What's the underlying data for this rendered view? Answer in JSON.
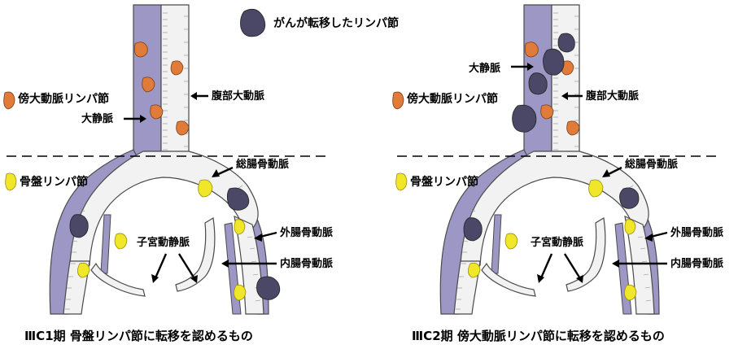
{
  "legend": {
    "metastatic_node": "がんが転移したリンパ節",
    "para_aortic_node": "傍大動脈リンパ節",
    "pelvic_node": "骨盤リンパ節"
  },
  "vessels": {
    "vena_cava": "大静脈",
    "aorta": "腹部大動脈",
    "common_iliac": "総腸骨動脈",
    "external_iliac": "外腸骨動脈",
    "internal_iliac": "内腸骨動脈",
    "uterine": "子宮動静脈"
  },
  "panels": [
    {
      "caption": "ⅢC1期 骨盤リンパ節に転移を認めるもの"
    },
    {
      "caption": "ⅢC2期 傍大動脈リンパ節に転移を認めるもの"
    }
  ],
  "colors": {
    "vein": "#9c97c4",
    "artery": "#f2f2f2",
    "para_aortic_node": "#e07b39",
    "pelvic_node": "#f0e62a",
    "metastatic_node": "#4a4866"
  }
}
